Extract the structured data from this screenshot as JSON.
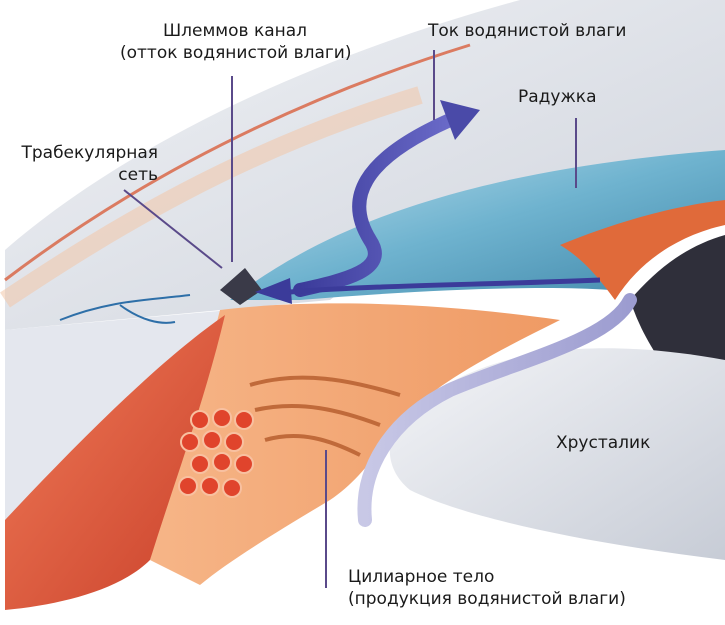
{
  "labels": {
    "schlemm_line1": "Шлеммов канал",
    "schlemm_line2": "(отток водянистой влаги)",
    "flow": "Ток водянистой влаги",
    "iris": "Радужка",
    "trabecular_line1": "Трабекулярная",
    "trabecular_line2": "сеть",
    "lens": "Хрусталик",
    "ciliary_line1": "Цилиарное тело",
    "ciliary_line2": "(продукция водянистой влаги)"
  },
  "colors": {
    "flow_arrow": "#4a4aa8",
    "leader_line": "#5a4a8a",
    "iris": "#6fb3cf",
    "ciliary": "#f0a070",
    "muscle": "#e05a3a",
    "lens": "#dfe3ea"
  }
}
